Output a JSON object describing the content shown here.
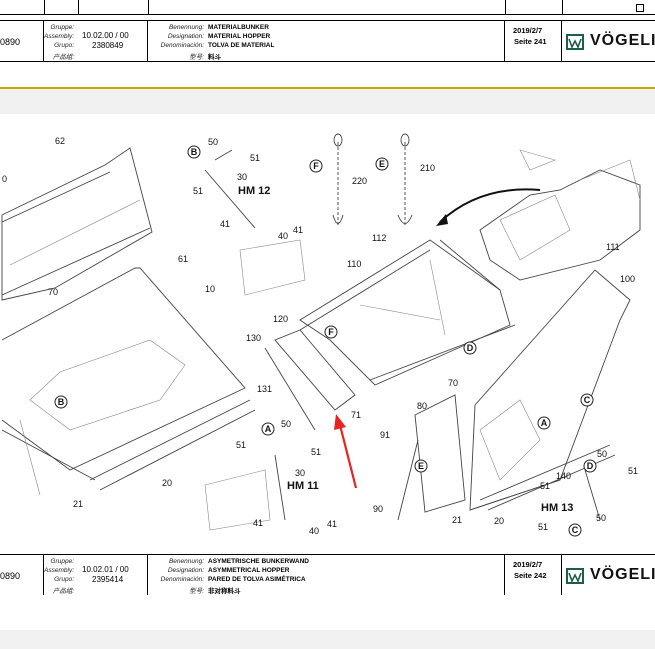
{
  "top_strip": {
    "text": ""
  },
  "header_top": {
    "left_code": "0890",
    "gruppe_label": "Gruppe:",
    "assembly_label": "Assembly:",
    "grupo_label": "Grupo:",
    "cn_label": "产品组:",
    "assembly_value": "10.02.00 / 00",
    "grupo_value": "2380849",
    "benennung_label": "Benennung:",
    "designation_label": "Designation:",
    "denominacion_label": "Denominación:",
    "cn_name_label": "型号:",
    "benennung_value": "MATERIALBUNKER",
    "designation_value": "MATERIAL HOPPER",
    "denominacion_value": "TOLVA DE MATERIAL",
    "cn_name_value": "料斗",
    "date": "2019/2/7",
    "page": "Seite 241",
    "logo": "VÖGELI"
  },
  "header_bottom": {
    "left_code": "0890",
    "gruppe_label": "Gruppe:",
    "assembly_label": "Assembly:",
    "grupo_label": "Grupo:",
    "cn_label": "产品组:",
    "assembly_value": "10.02.01 / 00",
    "grupo_value": "2395414",
    "benennung_label": "Benennung:",
    "designation_label": "Designation:",
    "denominacion_label": "Denominación:",
    "cn_name_label": "型号:",
    "benennung_value": "ASYMETRISCHE BUNKERWAND",
    "designation_value": "ASYMMETRICAL HOPPER",
    "denominacion_value": "PARED DE TOLVA ASIMÉTRICA",
    "cn_name_value": "非对称料斗",
    "date": "2019/2/7",
    "page": "Seite 242",
    "logo": "VÖGELI"
  },
  "part_labels": {
    "p62": "62",
    "p50a": "50",
    "p51a": "51",
    "p51b": "51",
    "p30a": "30",
    "hm12": "HM 12",
    "p41a": "41",
    "p41b": "41",
    "p40a": "40",
    "p0": "0",
    "p61": "61",
    "p70a": "70",
    "p10": "10",
    "p220": "220",
    "p210": "210",
    "p112": "112",
    "p110": "110",
    "p111": "111",
    "p100": "100",
    "p120": "120",
    "p130": "130",
    "p131": "131",
    "p70b": "70",
    "p71": "71",
    "p80": "80",
    "p91": "91",
    "p90": "90",
    "p21a": "21",
    "p20a": "20",
    "p21b": "21",
    "p20b": "20",
    "p50b": "50",
    "p51c": "51",
    "p51d": "51",
    "p30b": "30",
    "hm11": "HM 11",
    "p41c": "41",
    "p41d": "41",
    "p40b": "40",
    "p140": "140",
    "p50c": "50",
    "p51e": "51",
    "p51f": "51",
    "p51g": "51",
    "p50d": "50",
    "hm13": "HM 13"
  },
  "callouts": {
    "B": "B",
    "F": "F",
    "E": "E",
    "D": "D",
    "A": "A",
    "C": "C"
  },
  "colors": {
    "arrow": "#e8231f",
    "logo_green": "#1b5e4a",
    "header_line": "#c8a600"
  }
}
